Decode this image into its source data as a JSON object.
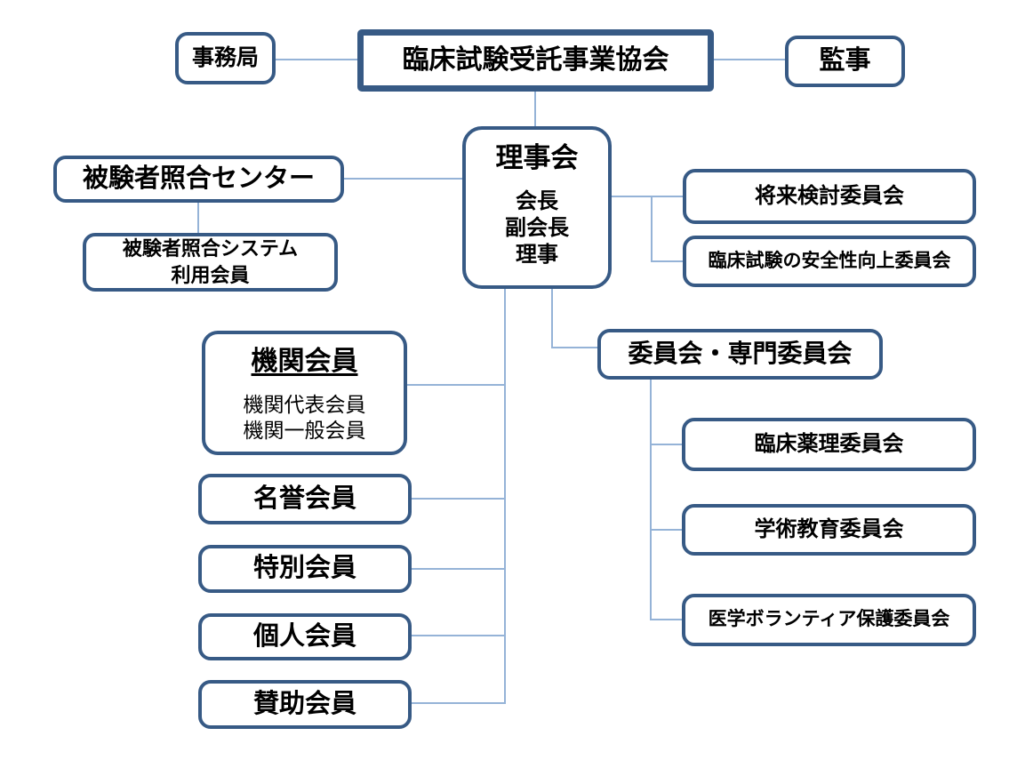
{
  "colors": {
    "box_border": "#375A85",
    "connector_line": "#95B3D7",
    "text": "#000000",
    "background": "#FFFFFF"
  },
  "org": {
    "secretariat": "事務局",
    "association": "臨床試験受託事業協会",
    "auditor": "監事",
    "board": {
      "title": "理事会",
      "roles": [
        "会長",
        "副会長",
        "理事"
      ]
    },
    "matching_center": "被験者照合センター",
    "matching_system": {
      "line1": "被験者照合システム",
      "line2": "利用会員"
    },
    "institutional": {
      "title": "機関会員",
      "subtypes": [
        "機関代表会員",
        "機関一般会員"
      ]
    },
    "honorary": "名誉会員",
    "special": "特別会員",
    "individual": "個人会員",
    "supporting": "賛助会員",
    "future_committee": "将来検討委員会",
    "safety_committee": "臨床試験の安全性向上委員会",
    "committee_group": "委員会・専門委員会",
    "clinical_pharmacology": "臨床薬理委員会",
    "academic_education": "学術教育委員会",
    "medical_volunteer": "医学ボランティア保護委員会"
  }
}
